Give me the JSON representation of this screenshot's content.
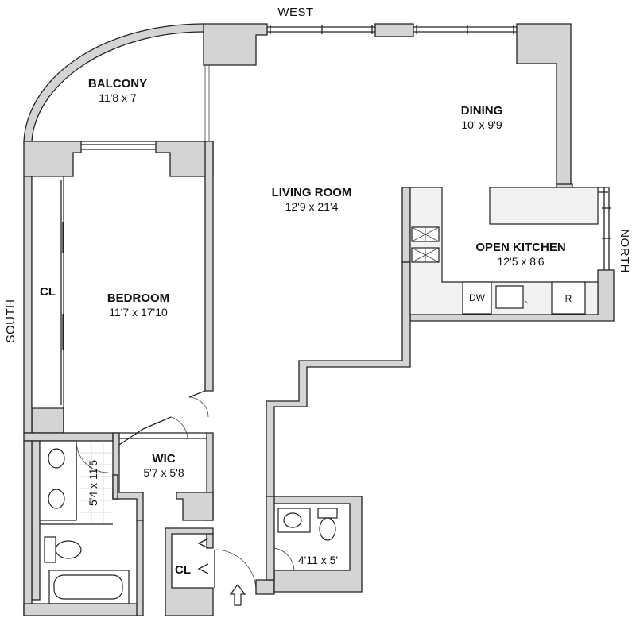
{
  "compass": {
    "west": "WEST",
    "south": "SOUTH",
    "north": "NORTH"
  },
  "rooms": {
    "balcony": {
      "name": "BALCONY",
      "dims": "11'8 x 7"
    },
    "dining": {
      "name": "DINING",
      "dims": "10' x 9'9"
    },
    "living_room": {
      "name": "LIVING ROOM",
      "dims": "12'9 x 21'4"
    },
    "open_kitchen": {
      "name": "OPEN KITCHEN",
      "dims": "12'5 x 8'6"
    },
    "bedroom": {
      "name": "BEDROOM",
      "dims": "11'7 x 17'10"
    },
    "bedroom_closet": {
      "name": "CL"
    },
    "wic": {
      "name": "WIC",
      "dims": "5'7 x 5'8"
    },
    "bathroom": {
      "dims": "5'4 x 11'5"
    },
    "entry_closet": {
      "name": "CL"
    },
    "powder_room": {
      "dims": "4'11 x 5'"
    }
  },
  "appliances": {
    "dishwasher": "DW",
    "refrigerator": "R"
  },
  "colors": {
    "wall_fill": "#d4d4d4",
    "wall_stroke": "#222222",
    "background": "#ffffff"
  }
}
